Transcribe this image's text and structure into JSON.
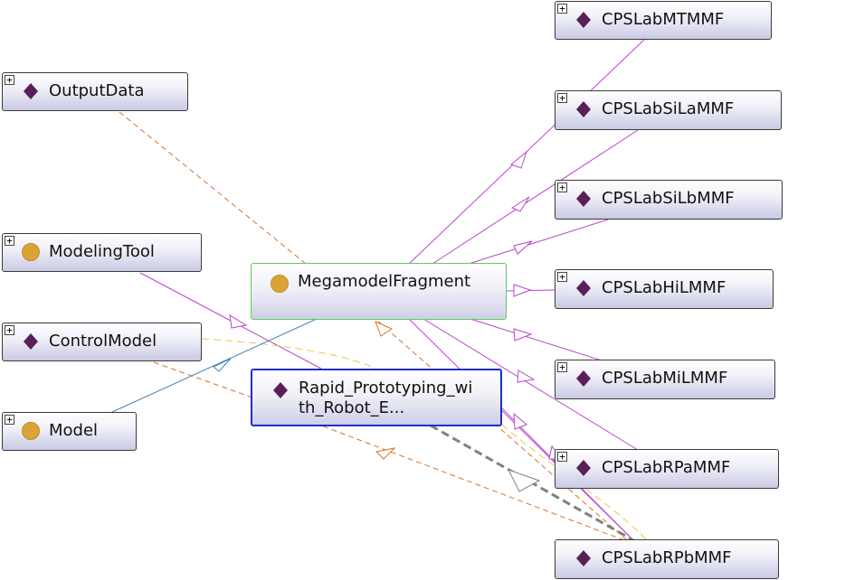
{
  "colors": {
    "subclass_edge": "#bb44cc",
    "object_property_edge": "#d9712a",
    "datatype_edge": "#f2c14e",
    "instance_edge": "#4682b4",
    "dashed_gray": "#808080",
    "individual_icon": "#5b1f57",
    "class_icon": "#d9a336",
    "selected_border": "#1f2fc6",
    "focus_border": "#5ecb5e"
  },
  "expander_symbol": "+",
  "nodes": {
    "outputdata": {
      "label": "OutputData",
      "icon": "individual-diamond"
    },
    "modelingtool": {
      "label": "ModelingTool",
      "icon": "class-circle"
    },
    "controlmodel": {
      "label": "ControlModel",
      "icon": "individual-diamond"
    },
    "model": {
      "label": "Model",
      "icon": "class-circle"
    },
    "megamodel": {
      "label": "MegamodelFragment",
      "icon": "class-circle"
    },
    "rapid": {
      "label": "Rapid_Prototyping_with_Robot_E...",
      "icon": "individual-diamond"
    },
    "mtmmf": {
      "label": "CPSLabMTMMF",
      "icon": "individual-diamond"
    },
    "silammf": {
      "label": "CPSLabSiLaMMF",
      "icon": "individual-diamond"
    },
    "silbmmf": {
      "label": "CPSLabSiLbMMF",
      "icon": "individual-diamond"
    },
    "hilmmf": {
      "label": "CPSLabHiLMMF",
      "icon": "individual-diamond"
    },
    "milmmf": {
      "label": "CPSLabMiLMMF",
      "icon": "individual-diamond"
    },
    "rpammf": {
      "label": "CPSLabRPaMMF",
      "icon": "individual-diamond"
    },
    "rpbmmf": {
      "label": "CPSLabRPbMMF",
      "icon": "individual-diamond"
    }
  }
}
